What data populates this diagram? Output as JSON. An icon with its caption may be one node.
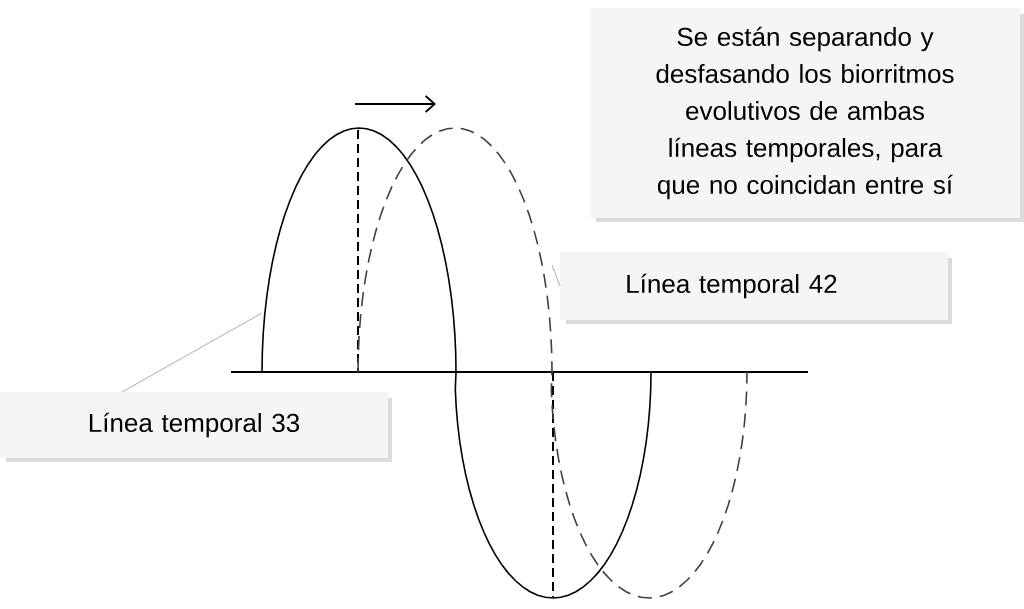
{
  "diagram": {
    "nodes": [
      {
        "text": [
          "Se están separando y desfasando los biorritmos evolutivos de ambas líneas temporales, para que no coincidan entre sí"
        ]
      },
      {
        "text": [
          "Línea temporal 42"
        ]
      },
      {
        "text": [
          "Línea temporal 33"
        ]
      },
      {
        "text": [],
        "shape": "wave"
      },
      {
        "text": [],
        "shape": "wave"
      }
    ],
    "edges": [
      {
        "from": 1,
        "to": 4,
        "arrow": "none"
      },
      {
        "from": 2,
        "to": 3,
        "arrow": "none"
      }
    ]
  }
}
